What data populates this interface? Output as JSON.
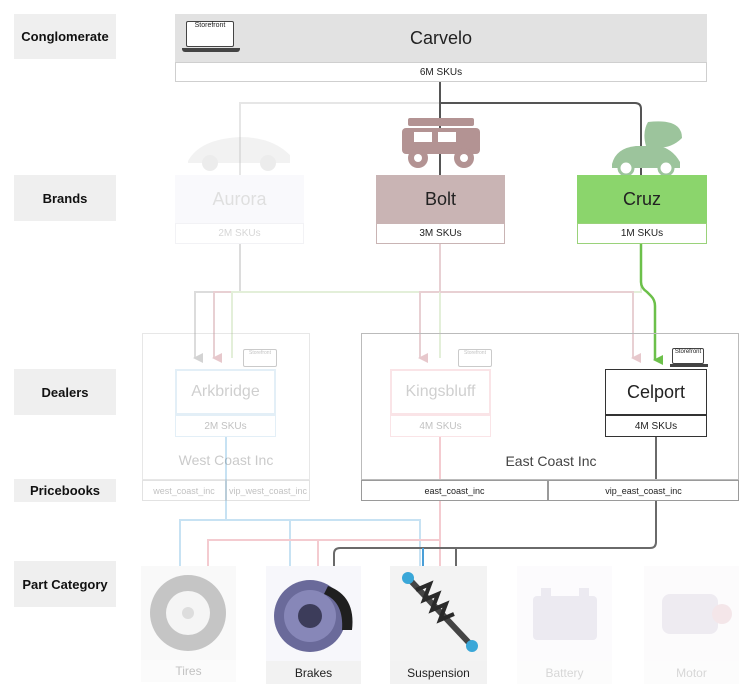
{
  "rows": {
    "conglomerate": "Conglomerate",
    "brands": "Brands",
    "dealers": "Dealers",
    "pricebooks": "Pricebooks",
    "part_category": "Part Category"
  },
  "conglomerate": {
    "name": "Carvelo",
    "skus": "6M SKUs",
    "storefront": "Storefront"
  },
  "brands": [
    {
      "name": "Aurora",
      "skus": "2M SKUs",
      "icon": "sports-car-icon"
    },
    {
      "name": "Bolt",
      "skus": "3M SKUs",
      "icon": "jeep-icon"
    },
    {
      "name": "Cruz",
      "skus": "1M SKUs",
      "icon": "eco-car-icon"
    }
  ],
  "dealers": [
    {
      "name": "Arkbridge",
      "skus": "2M SKUs",
      "storefront": "Storefront"
    },
    {
      "name": "Kingsbluff",
      "skus": "4M SKUs",
      "storefront": "Storefront"
    },
    {
      "name": "Celport",
      "skus": "4M SKUs",
      "storefront": "Storefront"
    }
  ],
  "groups": {
    "west": "West Coast Inc",
    "east": "East Coast Inc"
  },
  "pricebooks": {
    "west": [
      "west_coast_inc",
      "vip_west_coast_inc"
    ],
    "east": [
      "east_coast_inc",
      "vip_east_coast_inc"
    ]
  },
  "parts": [
    "Tires",
    "Brakes",
    "Suspension",
    "Battery",
    "Motor"
  ],
  "colors": {
    "bolt": "#c9b4b4",
    "cruz": "#8bd56c",
    "cruz_border": "#9ad27a",
    "aurora_line": "#b5d6ee",
    "kings_line": "#f0b8c0",
    "celport_line": "#6a6a6a"
  }
}
